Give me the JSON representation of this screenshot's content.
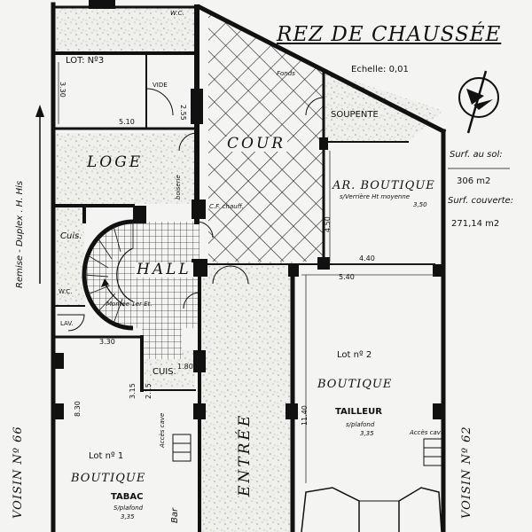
{
  "plan": {
    "title": "REZ DE CHAUSSÉE",
    "scale": "Echelle: 0,01",
    "surface_ground_label": "Surf. au sol:",
    "surface_ground_value": "306 m2",
    "surface_covered_label": "Surf. couverte:",
    "surface_covered_value": "271,14 m2",
    "neighbor_left": "VOISIN Nº 66",
    "neighbor_right": "VOISIN Nº 62",
    "remise": "Remise - Duplex . H. His",
    "fonds_label": "Fonds"
  },
  "rooms": {
    "wc_top": "W.C.",
    "lot3": "LOT: Nº3",
    "vide": "VIDE",
    "loge": "LOGE",
    "cour": "COUR",
    "soupente": "SOUPENTE",
    "ar_boutique": "AR. BOUTIQUE",
    "ar_boutique_note": "s/Verrière Ht moyenne",
    "ar_boutique_dim": "3,50",
    "cuis_left": "Cuis.",
    "hall": "HALL",
    "montee": "Montée 1er Et.",
    "wc_left": "W.C.",
    "lav": "LAV.",
    "cuis_small": "CUIS.",
    "cf_chauff": "C.F. chauff.",
    "boiserie": "boiserie",
    "entree": "ENTRÉE",
    "acces_cave_left": "Accès cave",
    "acces_cave_right": "Accès cave",
    "lot1": "Lot nº 1",
    "boutique_left": "BOUTIQUE",
    "tabac": "TABAC",
    "tabac_ceiling": "S/plafond",
    "tabac_height": "3,35",
    "bar": "Bar",
    "lot2": "Lot nº 2",
    "boutique_right": "BOUTIQUE",
    "tailleur": "TAILLEUR",
    "tailleur_ceiling": "s/plafond",
    "tailleur_height": "3,35"
  },
  "dimensions": {
    "d330_top": "3.30",
    "d510": "5.10",
    "d255": "2.55",
    "d450": "4.50",
    "d440": "4.40",
    "d540": "5.40",
    "d330_mid": "3.30",
    "d180": "1.80",
    "d830": "8.30",
    "d315": "3.15",
    "d215": "2.15",
    "d1140": "11.40"
  }
}
